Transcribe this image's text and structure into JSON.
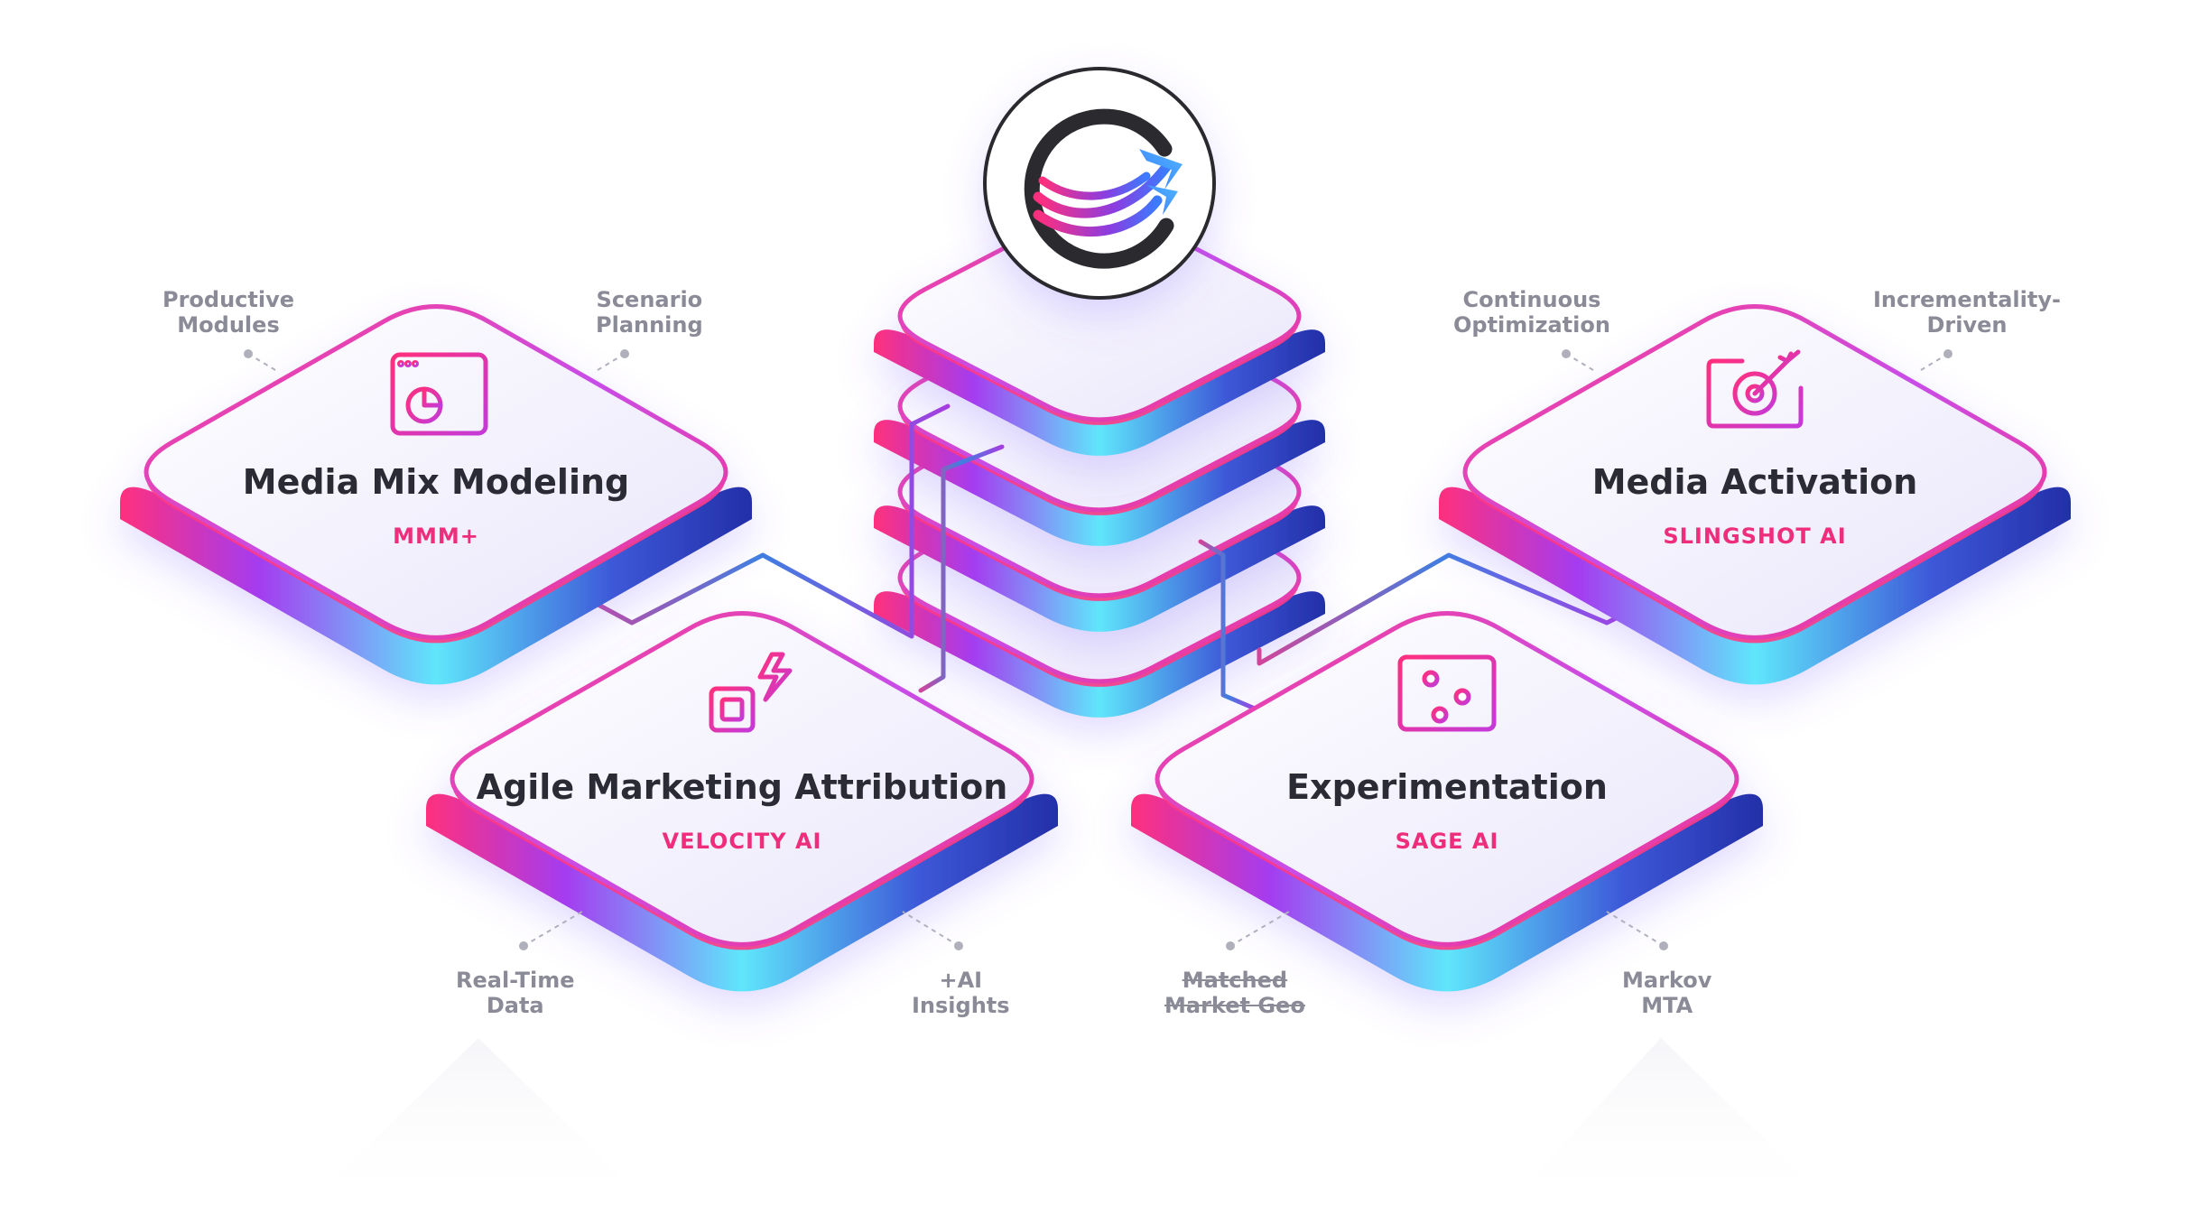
{
  "center": {
    "logo": "circular-arrow-logo-icon"
  },
  "modules": [
    {
      "id": "mmm",
      "title": "Media Mix Modeling",
      "product": "MMM+",
      "icon": "dashboard-chart-icon",
      "labels": [
        "Productive\nModules",
        "Scenario\nPlanning"
      ]
    },
    {
      "id": "activation",
      "title": "Media Activation",
      "product": "SLINGSHOT AI",
      "icon": "target-monitor-icon",
      "labels": [
        "Continuous\nOptimization",
        "Incrementality-\nDriven"
      ]
    },
    {
      "id": "attribution",
      "title": "Agile Marketing Attribution",
      "product": "VELOCITY AI",
      "icon": "chip-lightning-icon",
      "labels": [
        "Real-Time\nData",
        "+AI\nInsights"
      ]
    },
    {
      "id": "experimentation",
      "title": "Experimentation",
      "product": "SAGE AI",
      "icon": "sliders-monitor-icon",
      "labels": [
        "Matched\nMarket Geo",
        "Markov\nMTA"
      ]
    }
  ],
  "colors": {
    "pink": "#ff2f7d",
    "purple": "#a23be8",
    "blue": "#2b3bb5",
    "cyan": "#58e3f8",
    "text": "#2b2b36",
    "accent": "#ee2d7c"
  }
}
